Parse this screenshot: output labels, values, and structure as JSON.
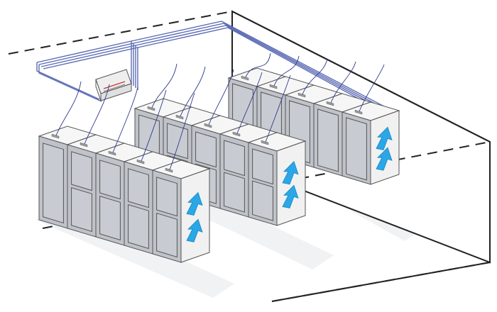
{
  "colors": {
    "rack_front": "#bfc3c9",
    "rack_side": "#f1f1f1",
    "rack_top": "#f6f6f6",
    "cable": "#2f3a8c",
    "cable_tray": "#5b6bb5",
    "airflow_arrow": "#2aa7e6",
    "outline": "#222222"
  },
  "rows": [
    {
      "id": "row-front",
      "rack_count": 5,
      "airflow_arrows": 2
    },
    {
      "id": "row-middle",
      "rack_count": 5,
      "airflow_arrows": 2
    },
    {
      "id": "row-back",
      "rack_count": 5,
      "airflow_arrows": 2
    }
  ],
  "icons": [
    "cable-tray-icon",
    "network-switch-icon",
    "airflow-arrow-icon",
    "server-rack-icon"
  ]
}
